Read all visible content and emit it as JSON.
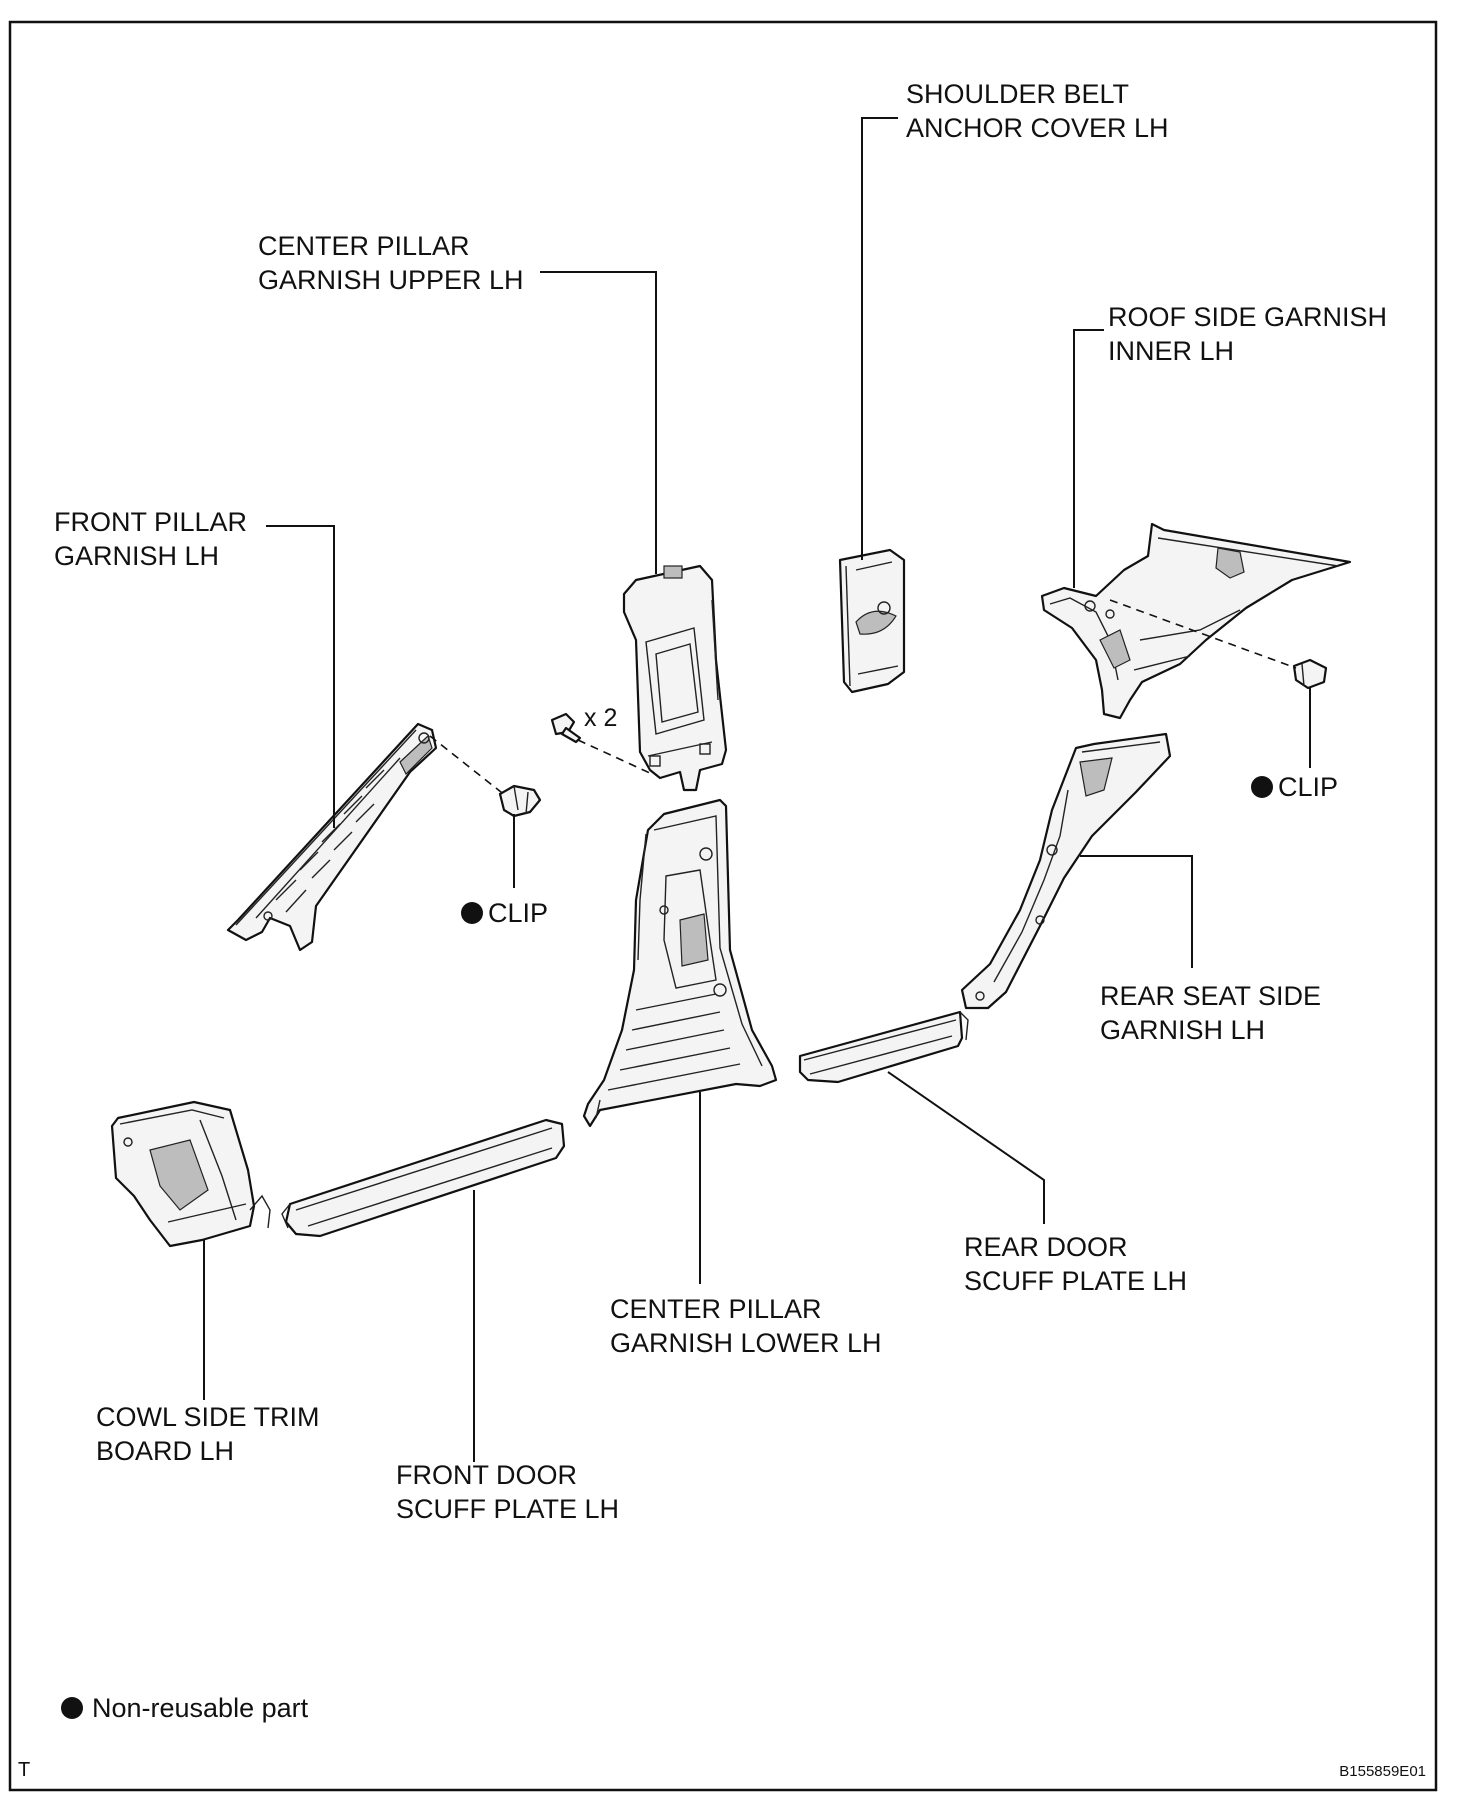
{
  "labels": {
    "shoulder_belt": [
      "SHOULDER BELT",
      "ANCHOR COVER LH"
    ],
    "center_upper": [
      "CENTER PILLAR",
      "GARNISH UPPER LH"
    ],
    "roof_side": [
      "ROOF SIDE GARNISH",
      "INNER LH"
    ],
    "front_pillar": [
      "FRONT PILLAR",
      "GARNISH LH"
    ],
    "rear_seat": [
      "REAR SEAT SIDE",
      "GARNISH LH"
    ],
    "rear_door": [
      "REAR DOOR",
      "SCUFF PLATE LH"
    ],
    "center_lower": [
      "CENTER PILLAR",
      "GARNISH LOWER LH"
    ],
    "cowl_side": [
      "COWL SIDE TRIM",
      "BOARD LH"
    ],
    "front_door": [
      "FRONT DOOR",
      "SCUFF PLATE LH"
    ],
    "clip_left": "CLIP",
    "clip_right": "CLIP",
    "screw_qty": "x 2"
  },
  "legend": {
    "text": "Non-reusable part"
  },
  "corner_mark": "T",
  "figure_code": "B155859E01"
}
